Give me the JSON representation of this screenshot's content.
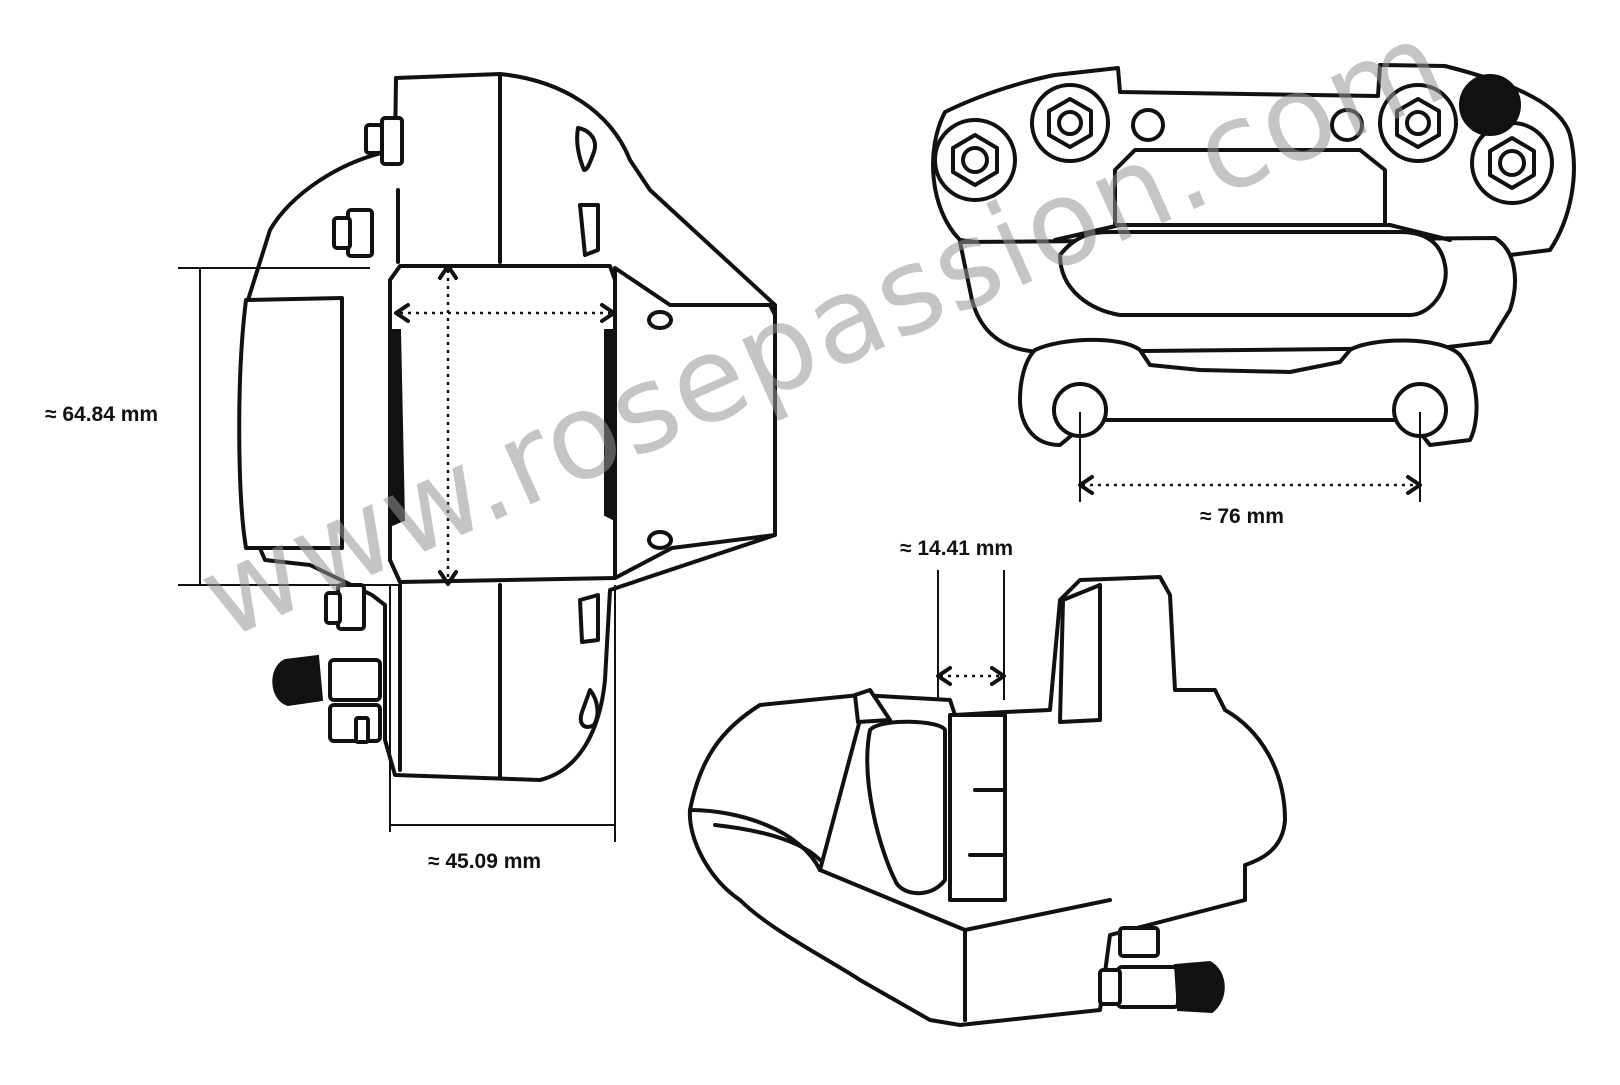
{
  "dimensions": {
    "height": "≈ 64.84 mm",
    "width": "≈ 45.09 mm",
    "hole_spacing": "≈ 76 mm",
    "pad_thickness": "≈ 14.41 mm"
  },
  "watermark": "www.rosepassion.com",
  "colors": {
    "line": "#111111",
    "watermark": "#969696",
    "background": "#ffffff"
  }
}
